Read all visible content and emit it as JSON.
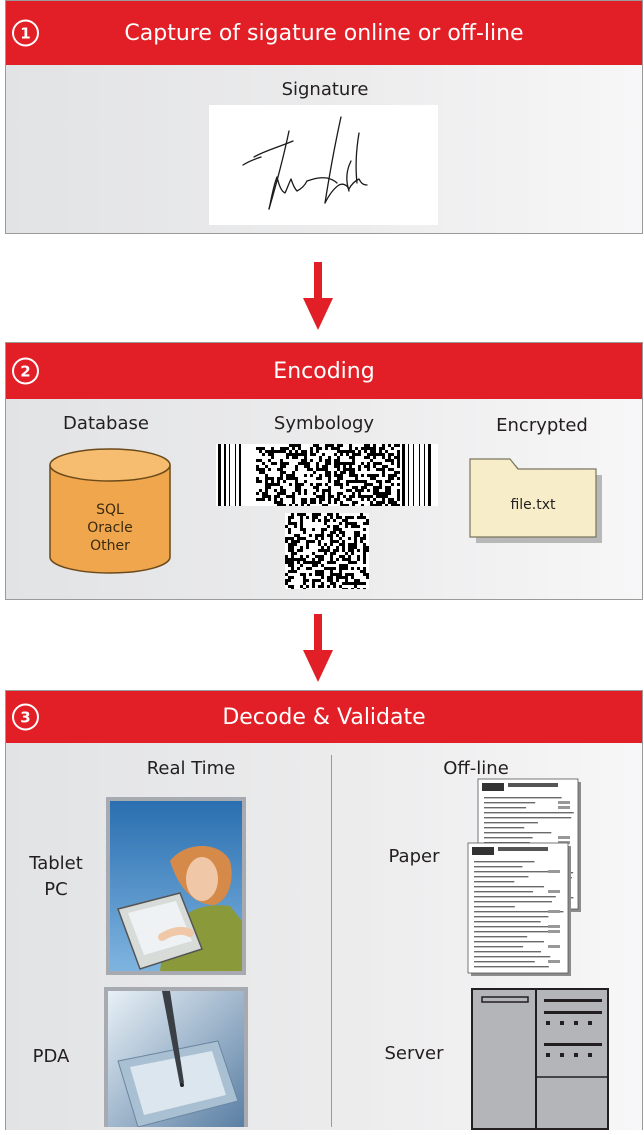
{
  "colors": {
    "accent": "#e21f26",
    "panel": "#e8e9ea",
    "database": "#f0a64d",
    "folder": "#f7eec9"
  },
  "step1": {
    "number": "1",
    "title": "Capture of sigature online or off-line",
    "signature_label": "Signature"
  },
  "step2": {
    "number": "2",
    "title": "Encoding",
    "database": {
      "label": "Database",
      "items": [
        "SQL",
        "Oracle",
        "Other"
      ]
    },
    "symbology": {
      "label": "Symbology"
    },
    "encrypted": {
      "label": "Encrypted",
      "file": "file.txt"
    }
  },
  "step3": {
    "number": "3",
    "title": "Decode & Validate",
    "realtime": {
      "label": "Real Time",
      "devices": [
        {
          "label_line1": "Tablet",
          "label_line2": "PC"
        },
        {
          "label": "PDA"
        }
      ]
    },
    "offline": {
      "label": "Off-line",
      "devices": [
        {
          "label": "Paper"
        },
        {
          "label": "Server"
        }
      ]
    }
  },
  "icons": [
    "arrow-down-icon",
    "database-icon",
    "barcode-icon",
    "qr-code-icon",
    "folder-icon",
    "paper-forms-icon",
    "server-icon",
    "signature-image",
    "tablet-pc-photo",
    "pda-photo"
  ]
}
